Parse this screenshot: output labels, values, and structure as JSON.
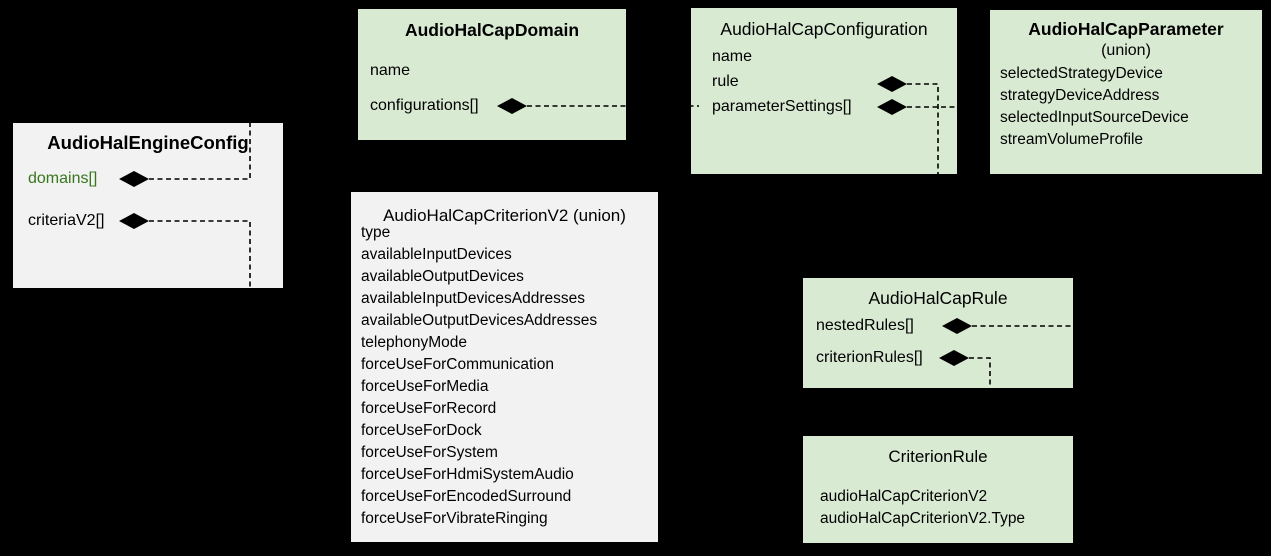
{
  "diagram": {
    "background_color": "#000000",
    "green_box_fill": "#d9ead3",
    "gray_box_fill": "#f2f2f2",
    "line_color": "#000000",
    "domains_text_color": "#38761d"
  },
  "boxes": {
    "engine": {
      "title": "AudioHalEngineConfig",
      "members": [
        "domains[]",
        "criteriaV2[]"
      ]
    },
    "domain": {
      "title": "AudioHalCapDomain",
      "members": [
        "name",
        "configurations[]"
      ]
    },
    "configuration": {
      "title": "AudioHalCapConfiguration",
      "members": [
        "name",
        "rule",
        "parameterSettings[]"
      ]
    },
    "parameter": {
      "title": "AudioHalCapParameter",
      "subtitle": "(union)",
      "members": [
        "selectedStrategyDevice",
        "strategyDeviceAddress",
        "selectedInputSourceDevice",
        "streamVolumeProfile"
      ]
    },
    "criterionv2": {
      "title": "AudioHalCapCriterionV2",
      "title_suffix": " (union)",
      "members": [
        "type",
        "availableInputDevices",
        "availableOutputDevices",
        "availableInputDevicesAddresses",
        "availableOutputDevicesAddresses",
        "telephonyMode",
        "forceUseForCommunication",
        "forceUseForMedia",
        "forceUseForRecord",
        "forceUseForDock",
        "forceUseForSystem",
        "forceUseForHdmiSystemAudio",
        "forceUseForEncodedSurround",
        "forceUseForVibrateRinging"
      ]
    },
    "rule": {
      "title": "AudioHalCapRule",
      "members": [
        "nestedRules[]",
        "criterionRules[]"
      ]
    },
    "criterionrule": {
      "title": "CriterionRule",
      "members": [
        "audioHalCapCriterionV2",
        "audioHalCapCriterionV2.Type"
      ]
    }
  },
  "relations": [
    {
      "from": "AudioHalEngineConfig.domains[]",
      "to": "AudioHalCapDomain",
      "kind": "composition"
    },
    {
      "from": "AudioHalEngineConfig.criteriaV2[]",
      "to": "AudioHalCapCriterionV2",
      "kind": "composition"
    },
    {
      "from": "AudioHalCapDomain.configurations[]",
      "to": "AudioHalCapConfiguration",
      "kind": "composition"
    },
    {
      "from": "AudioHalCapConfiguration.rule",
      "to": "AudioHalCapRule",
      "kind": "composition"
    },
    {
      "from": "AudioHalCapConfiguration.parameterSettings[]",
      "to": "AudioHalCapParameter",
      "kind": "composition"
    },
    {
      "from": "AudioHalCapRule.nestedRules[]",
      "to": "AudioHalCapRule",
      "kind": "composition"
    },
    {
      "from": "AudioHalCapRule.criterionRules[]",
      "to": "CriterionRule",
      "kind": "composition"
    }
  ]
}
